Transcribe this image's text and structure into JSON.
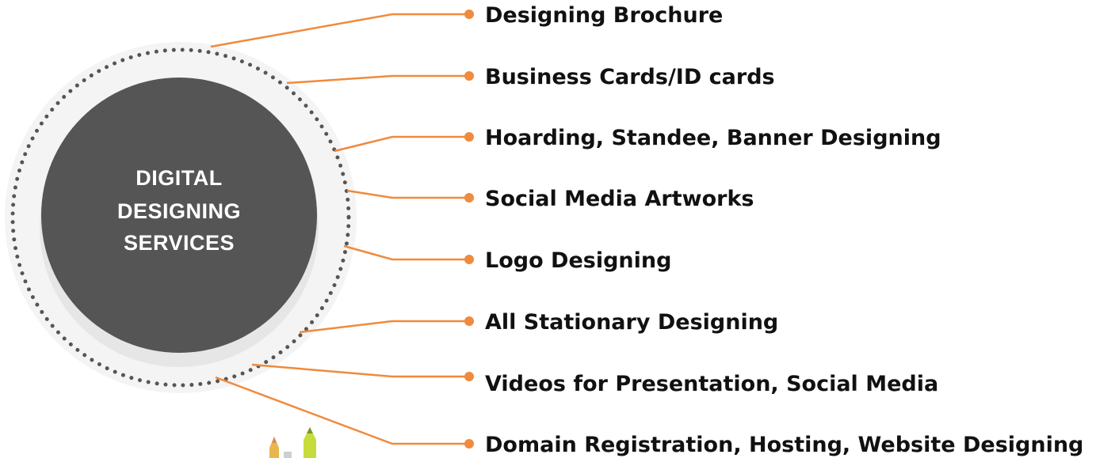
{
  "hub": {
    "title_lines": [
      "DIGITAL",
      "DESIGNING",
      "SERVICES"
    ],
    "fill_color": "#555555",
    "ring_color": "#555555",
    "shadow_color": "#e6e6e6"
  },
  "connector_color": "#f08a3c",
  "items": [
    {
      "label": "Designing Brochure"
    },
    {
      "label": "Business Cards/ID cards"
    },
    {
      "label": "Hoarding, Standee, Banner Designing"
    },
    {
      "label": "Social Media Artworks"
    },
    {
      "label": "Logo Designing"
    },
    {
      "label": "All Stationary Designing"
    },
    {
      "label": "Videos for Presentation, Social Media"
    },
    {
      "label": "Domain Registration, Hosting, Website Designing"
    }
  ],
  "decoration": {
    "icon": "pencils-icon"
  }
}
